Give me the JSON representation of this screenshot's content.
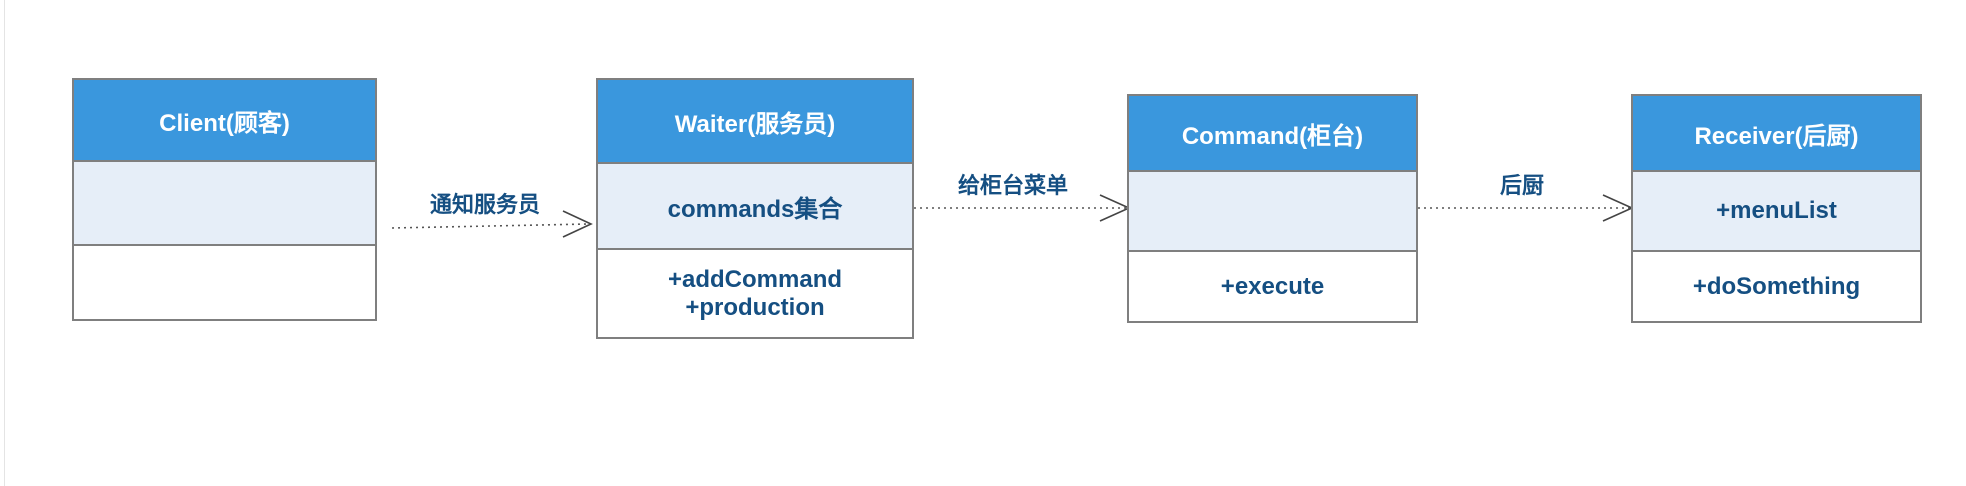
{
  "classes": {
    "client": {
      "name": "Client(顾客)",
      "attributes": "",
      "operations": []
    },
    "waiter": {
      "name": "Waiter(服务员)",
      "attributes": "commands集合",
      "operations": [
        "+addCommand",
        "+production"
      ]
    },
    "command": {
      "name": "Command(柜台)",
      "attributes": "",
      "operations": [
        "+execute"
      ]
    },
    "receiver": {
      "name": "Receiver(后厨)",
      "attributes": "+menuList",
      "operations": [
        "+doSomething"
      ]
    }
  },
  "relations": [
    {
      "from": "client",
      "to": "waiter",
      "label": "通知服务员",
      "style": "dotted",
      "arrow": "open"
    },
    {
      "from": "waiter",
      "to": "command",
      "label": "给柜台菜单",
      "style": "dotted",
      "arrow": "open"
    },
    {
      "from": "command",
      "to": "receiver",
      "label": "后厨",
      "style": "dotted",
      "arrow": "open"
    }
  ],
  "colors": {
    "header": "#3a97dd",
    "attributes_bg": "#e6eef8",
    "border": "#7f7f7f",
    "text": "#154f82",
    "connector": "#555555"
  }
}
